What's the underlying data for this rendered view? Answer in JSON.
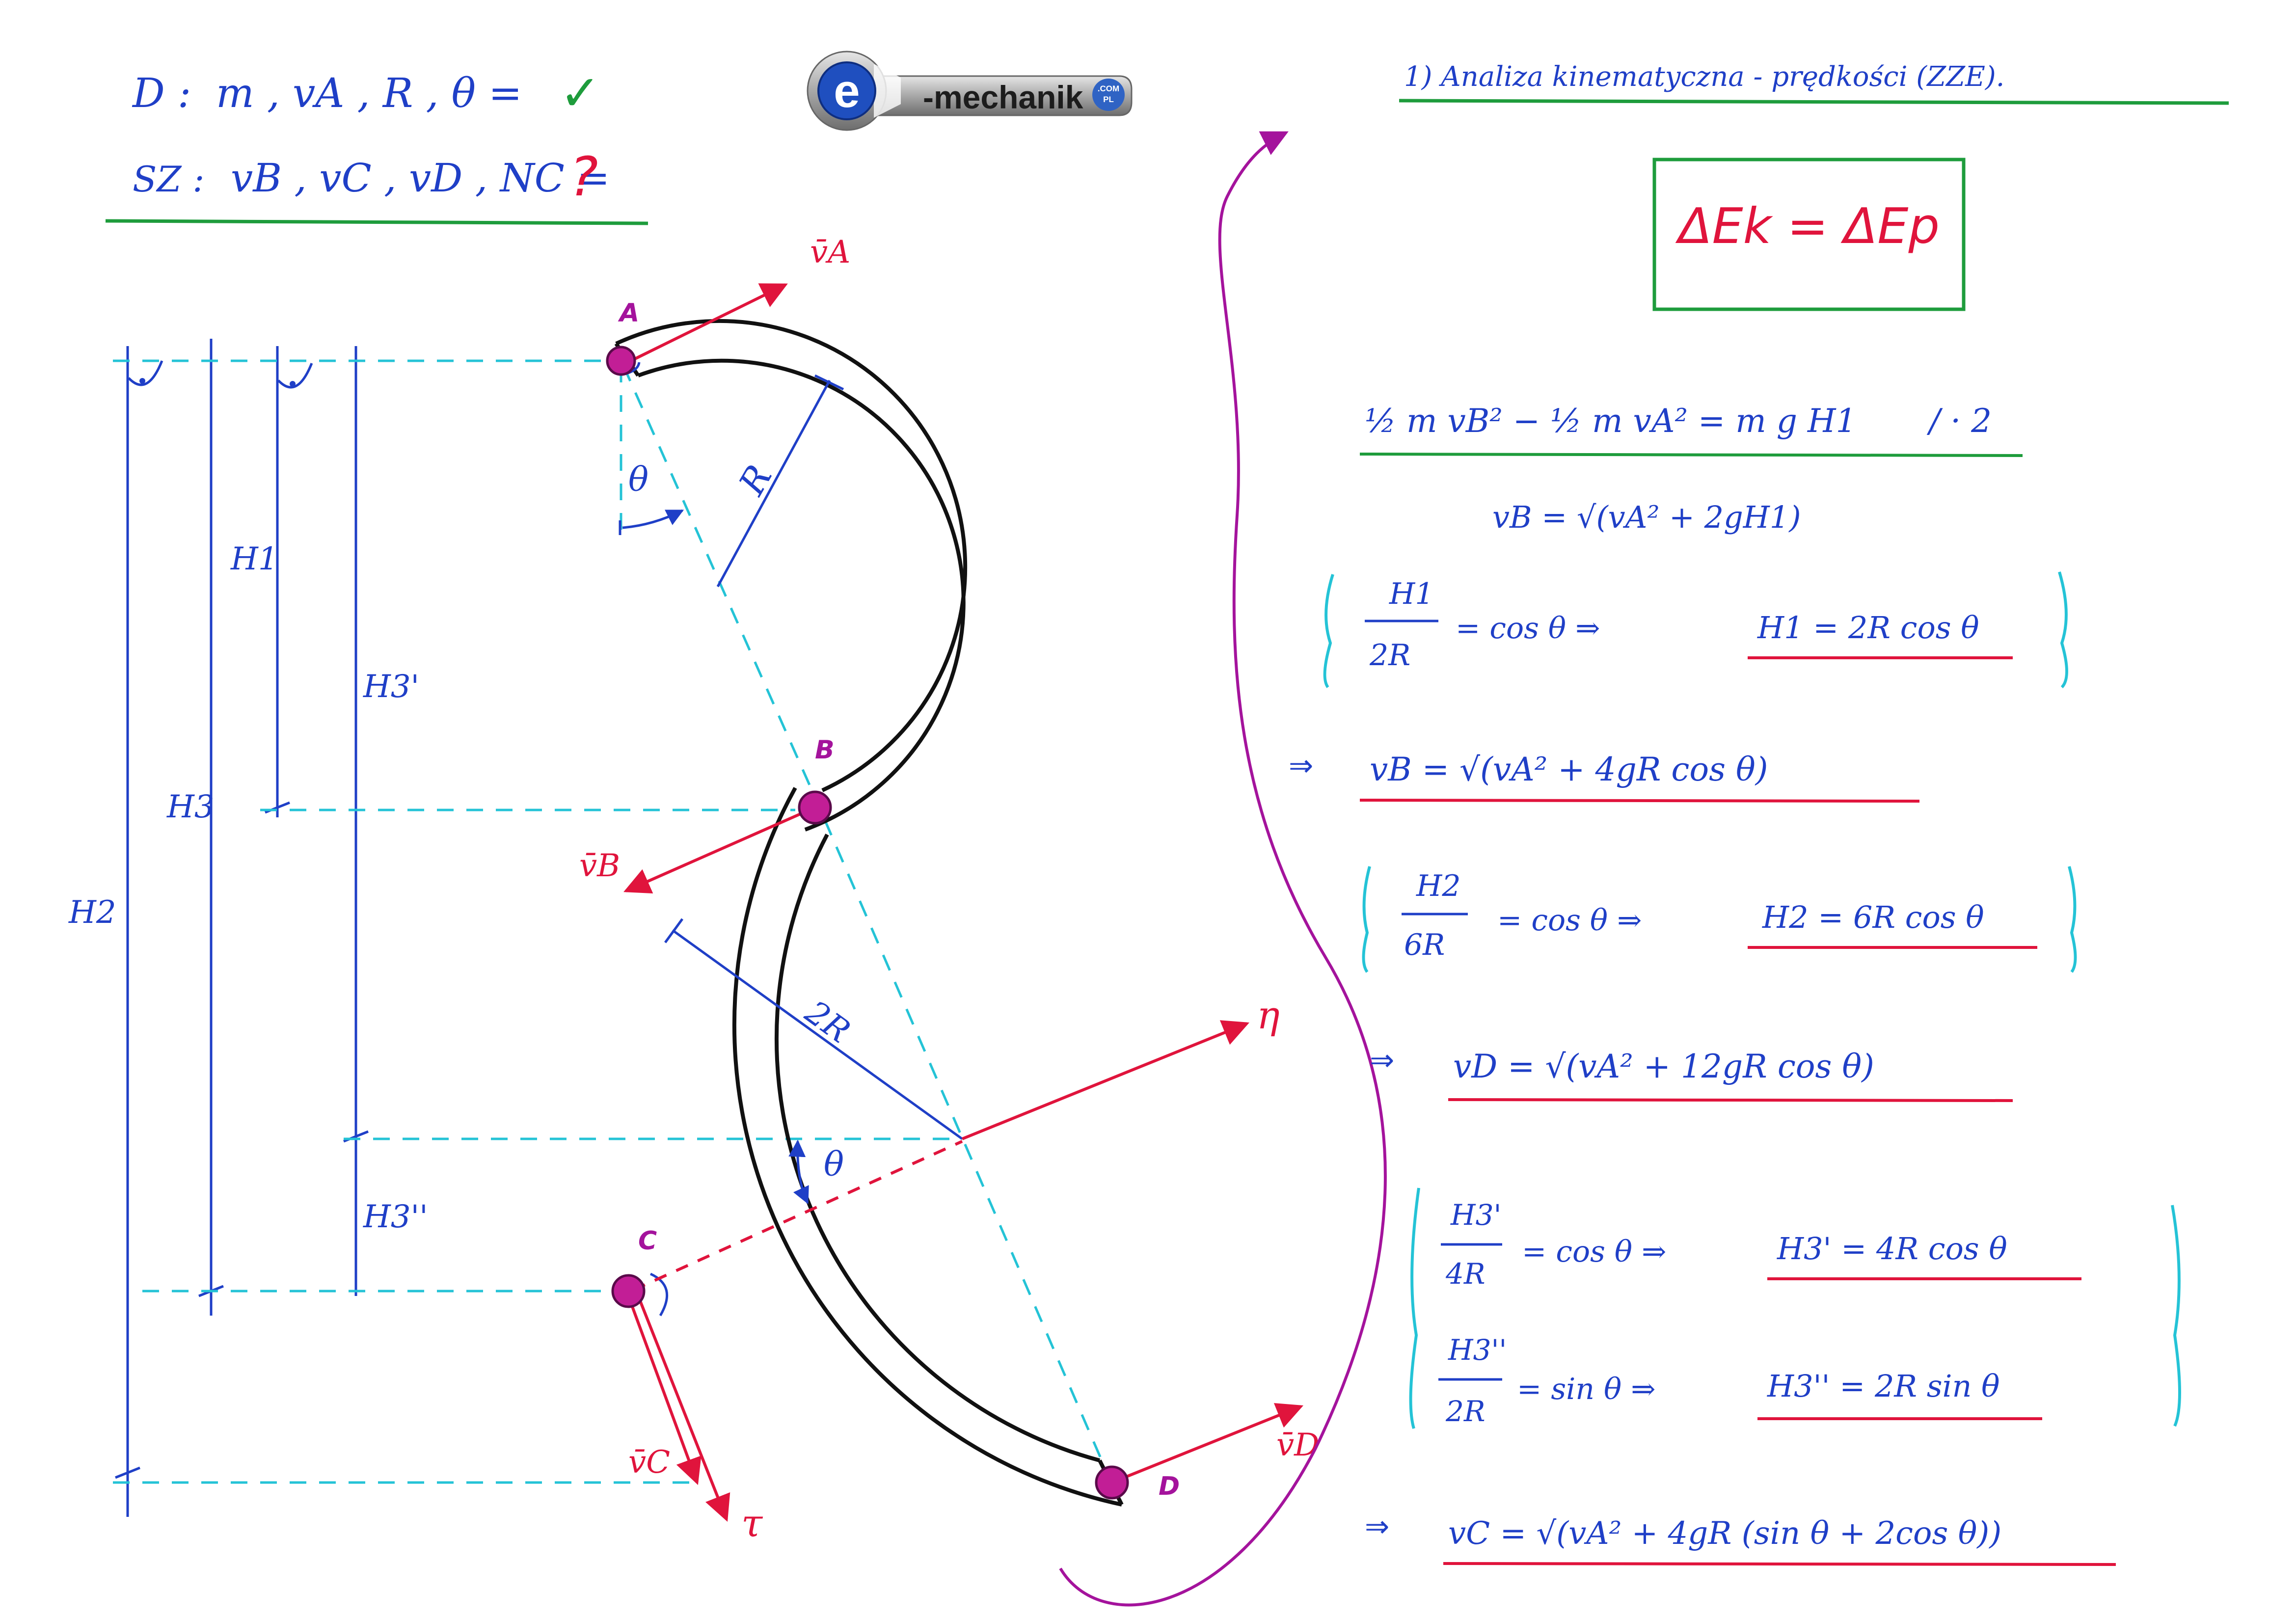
{
  "colors": {
    "blue": "#1f3fc7",
    "green": "#1e9c3c",
    "red": "#e0143c",
    "magenta": "#a4139c",
    "cyan": "#24c3d6",
    "black": "#111111",
    "point_fill": "#c21e96"
  },
  "logo": {
    "letter": "e",
    "text": "-mechanik",
    "badge_top": ".COM",
    "badge_bottom": "PL",
    "icon": "wrench-icon"
  },
  "given": {
    "line1_prefix": "D :",
    "line1_items": "m , vA , R , θ =",
    "line1_check": "✓",
    "line2_prefix": "SZ :",
    "line2_items": "vB , vC , vD , NC =",
    "line2_question": "?"
  },
  "diagram": {
    "point_labels": {
      "A": "A",
      "B": "B",
      "C": "C",
      "D": "D"
    },
    "vector_labels": {
      "vA": "v̄A",
      "vB": "v̄B",
      "vC": "v̄C",
      "vD": "v̄D"
    },
    "radius_labels": {
      "small": "R",
      "large": "2R"
    },
    "angle_labels": {
      "at_A": "θ",
      "at_center": "θ"
    },
    "axis_labels": {
      "eta": "η",
      "tau": "τ"
    },
    "height_labels": {
      "H1": "H1",
      "H2": "H2",
      "H3": "H3",
      "H3p": "H3'",
      "H3pp": "H3''"
    }
  },
  "analysis": {
    "title": "1) Analiza kinematyczna - prędkości (ZZE).",
    "principle": "ΔEk = ΔEp",
    "eq1_main": "½ m vB² − ½ m vA² = m g H1",
    "eq1_side": "/ · 2",
    "eq2": "vB = √(vA² + 2gH1)",
    "h1_frac_num": "H1",
    "h1_frac_den": "2R",
    "h1_rel": "= cos θ ⇒",
    "h1_result": "H1 = 2R cos θ",
    "arrow": "⇒",
    "vB_result": "vB = √(vA² + 4gR cos θ)",
    "h2_frac_num": "H2",
    "h2_frac_den": "6R",
    "h2_rel": "= cos θ ⇒",
    "h2_result": "H2 = 6R cos θ",
    "vD_result": "vD = √(vA² + 12gR cos θ)",
    "h3p_frac_num": "H3'",
    "h3p_frac_den": "4R",
    "h3p_rel": "= cos θ ⇒",
    "h3p_result": "H3' = 4R cos θ",
    "h3pp_frac_num": "H3''",
    "h3pp_frac_den": "2R",
    "h3pp_rel": "= sin θ ⇒",
    "h3pp_result": "H3'' = 2R sin θ",
    "vC_result": "vC = √(vA² + 4gR (sin θ + 2cos θ))"
  }
}
